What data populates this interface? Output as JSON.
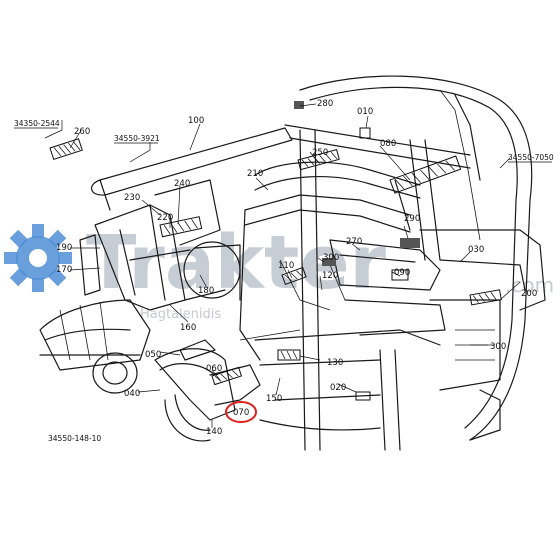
{
  "diagram": {
    "footer_code": "34550-148-10",
    "ref_codes": [
      "34350-2544",
      "34550-3921",
      "34550-7050"
    ],
    "part_labels": [
      "260",
      "100",
      "280",
      "010",
      "250",
      "080",
      "210",
      "240",
      "230",
      "220",
      "190",
      "170",
      "110",
      "300",
      "270",
      "290",
      "030",
      "090",
      "120",
      "200",
      "130",
      "050",
      "060",
      "040",
      "070",
      "140",
      "150",
      "160",
      "180",
      "020"
    ],
    "highlighted_part": "070",
    "highlight_color": "#e02020"
  },
  "watermark": {
    "brand_text": "Trakter",
    "domain_text": ".com",
    "tagline": "Hagtalenidis",
    "gear_color": "#4f8fd6"
  }
}
